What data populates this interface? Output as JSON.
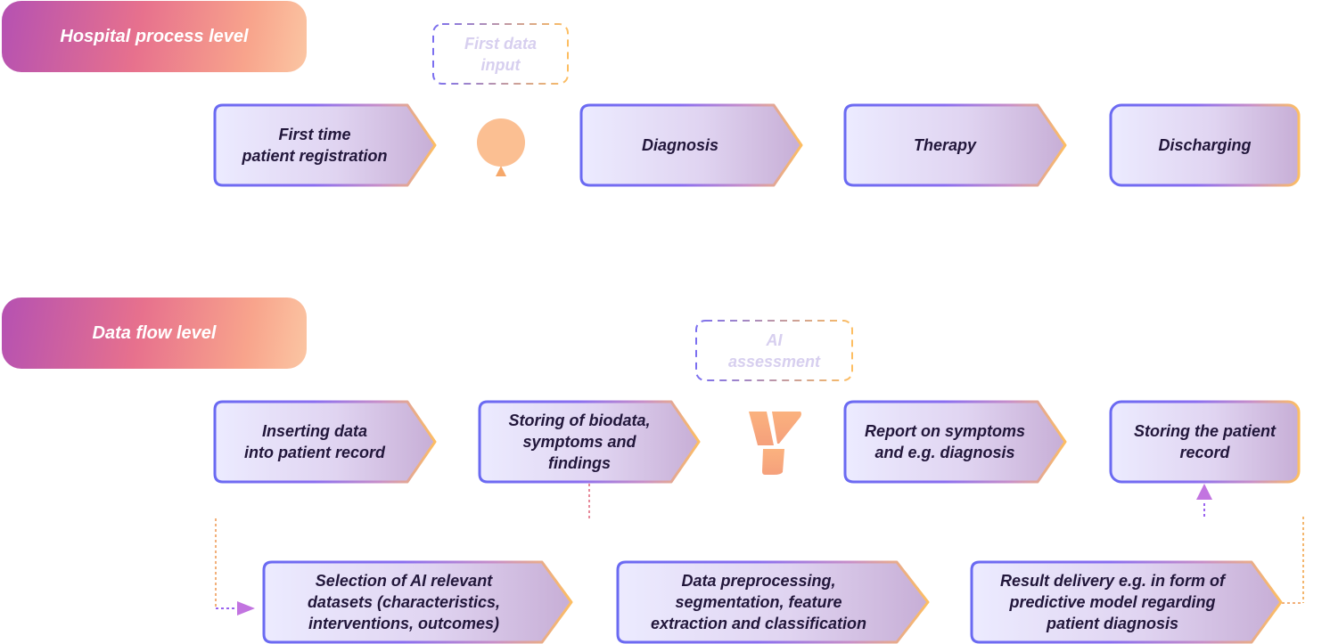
{
  "levels": {
    "hospital": "Hospital process level",
    "dataflow": "Data flow level"
  },
  "markers": {
    "first_data_input": "First data\ninput",
    "ai_assessment": "AI\nassessment"
  },
  "hospital_steps": [
    "First time\npatient registration",
    "Diagnosis",
    "Therapy",
    "Discharging"
  ],
  "dataflow_steps": [
    "Inserting data\ninto patient record",
    "Storing of biodata,\nsymptoms and\nfindings",
    "Report on symptoms\nand e.g. diagnosis",
    "Storing the patient\nrecord"
  ],
  "ai_steps": [
    "Selection of AI relevant\ndatasets (characteristics,\ninterventions, outcomes)",
    "Data preprocessing,\nsegmentation, feature\nextraction and classification",
    "Result delivery e.g. in form of\npredictive model regarding\npatient diagnosis"
  ],
  "icons": {
    "circle": "orange-circle-icon",
    "funnel": "funnel-icon"
  },
  "colors": {
    "outline_start": "#6e6cf0",
    "outline_end": "#fdbe62",
    "fill_start": "#ecebff",
    "fill_end": "#c9b0d9",
    "pill_start": "#b551b2",
    "pill_end": "#fbc6a3",
    "text": "#22173b"
  }
}
